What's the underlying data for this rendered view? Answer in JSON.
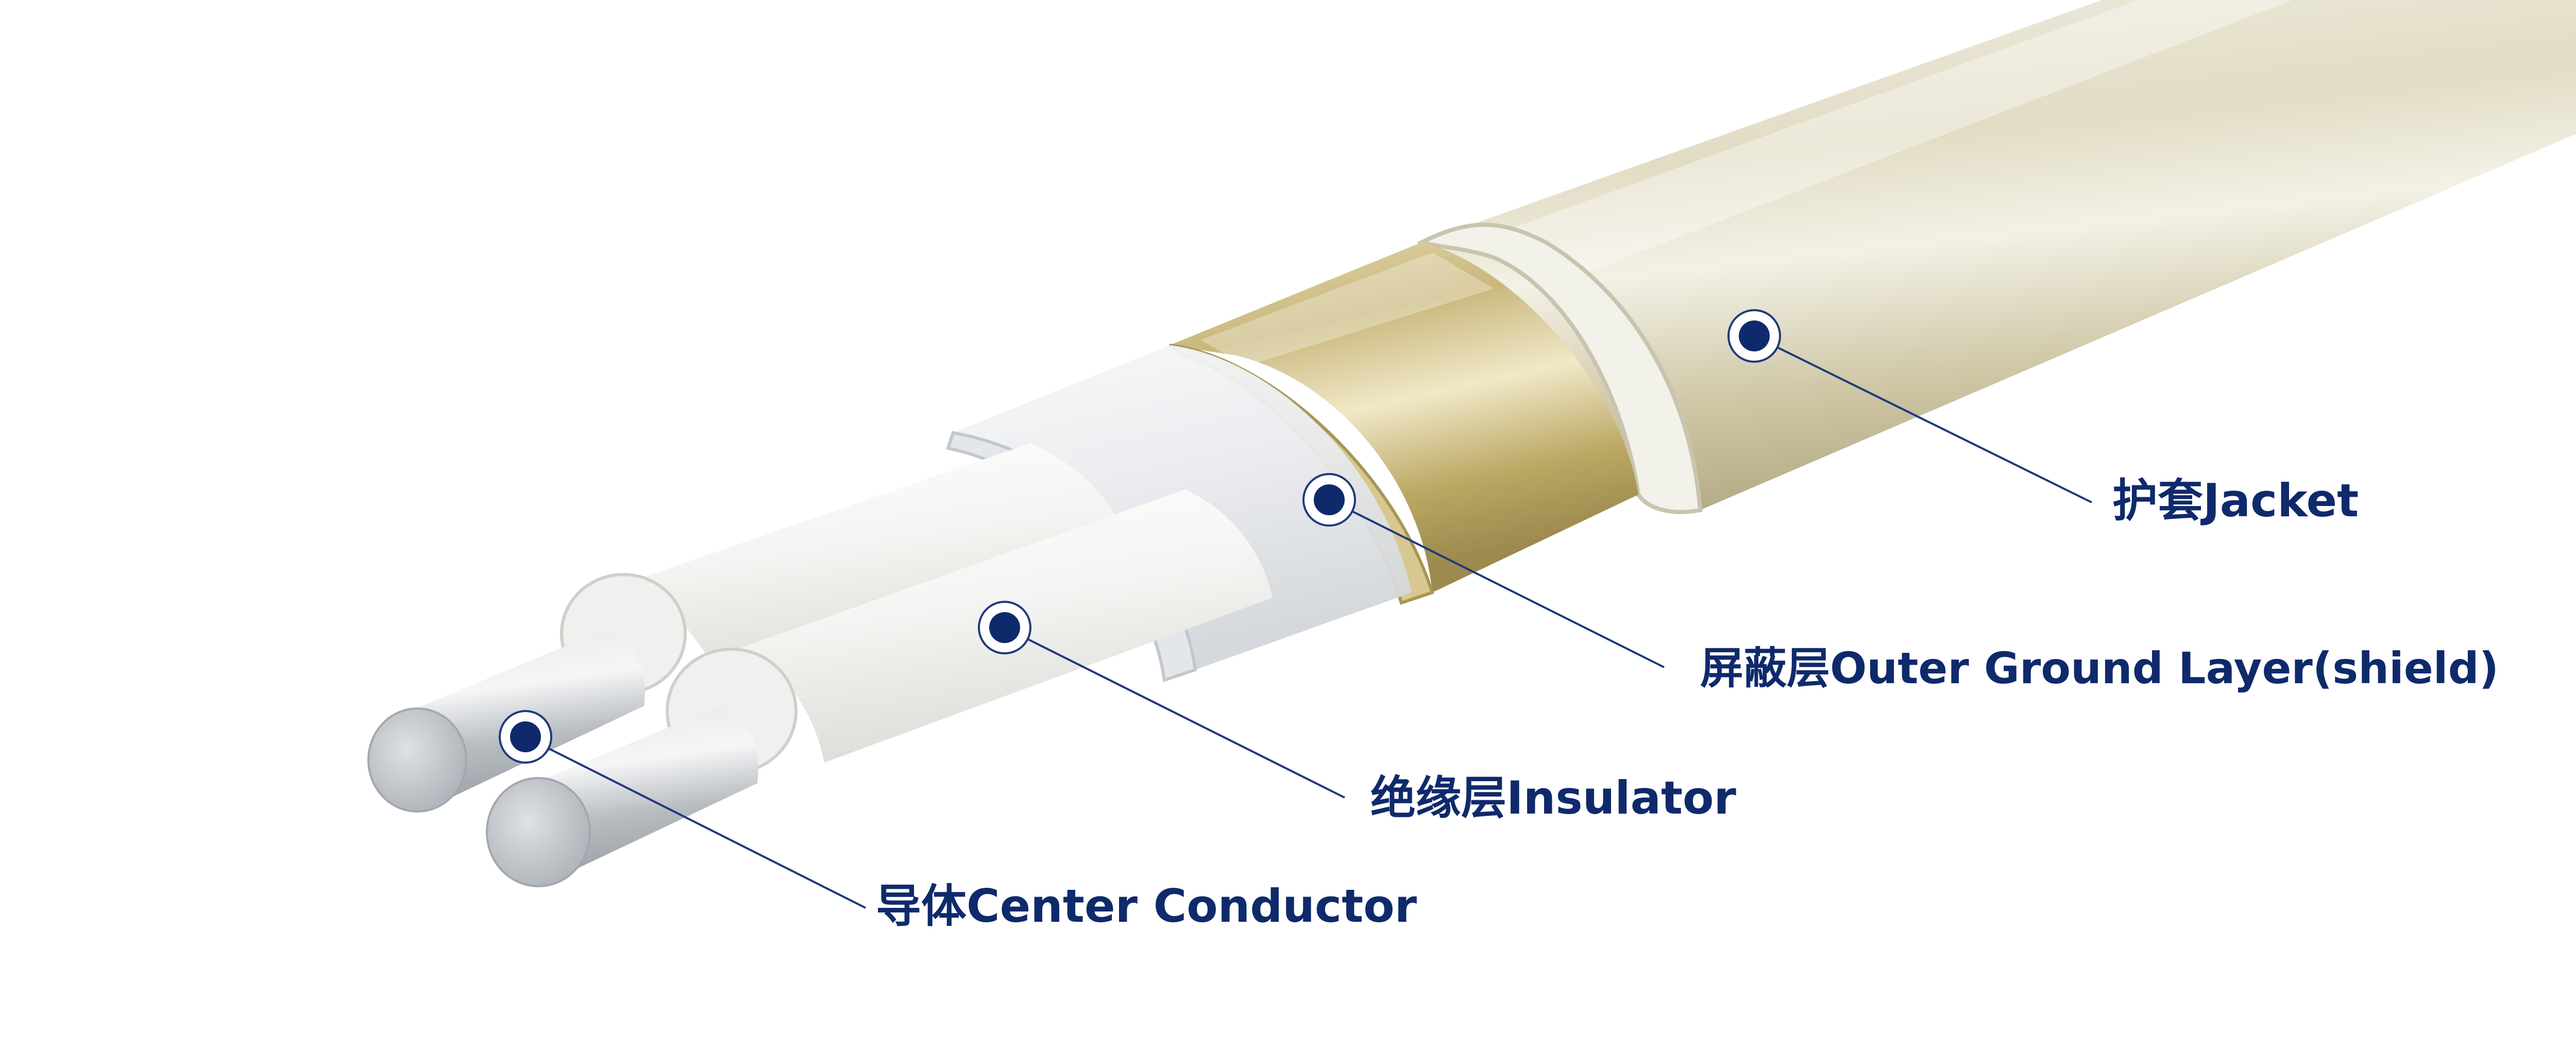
{
  "colors": {
    "label": "#0f2a6b",
    "leader": "#1f3a7a",
    "dot": "#0f2a6b",
    "jacket_light": "#e8e5d6",
    "jacket_dark": "#b7ae8a",
    "shield_gold": "#c8b77e",
    "insulator_white": "#f6f6f4",
    "conductor_silver": "#c9ccd0"
  },
  "diagram": {
    "labels": {
      "jacket": "护套Jacket",
      "shield": "屏蔽层Outer Ground Layer(shield)",
      "insulator": "绝缘层Insulator",
      "conductor": "导体Center Conductor"
    }
  }
}
